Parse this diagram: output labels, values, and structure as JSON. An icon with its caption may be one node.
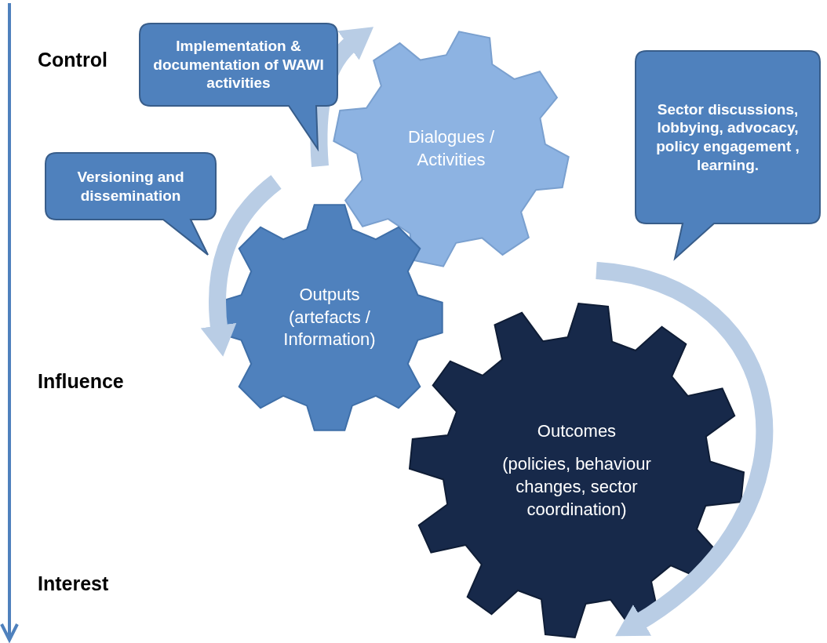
{
  "diagram": {
    "nodes": [
      {
        "text": [
          "Implementation & documentation of WAWI activities"
        ]
      },
      {
        "text": [
          "Dialogues / Activities"
        ]
      },
      {
        "text": [
          "Sector discussions, lobbying, advocacy, policy engagement , learning."
        ]
      },
      {
        "text": [
          "Versioning and dissemination"
        ]
      },
      {
        "text": [
          "Outputs (artefacts / Information)"
        ]
      },
      {
        "text": [
          "Outcomes",
          "(policies, behaviour changes, sector coordination)"
        ]
      }
    ],
    "edges": [
      {
        "from": null,
        "to": 1,
        "arrow": "to"
      },
      {
        "from": null,
        "to": 4,
        "arrow": "to"
      },
      {
        "from": null,
        "to": 5,
        "arrow": "to"
      }
    ],
    "labels": [
      "Control",
      "Influence",
      "Interest"
    ]
  }
}
